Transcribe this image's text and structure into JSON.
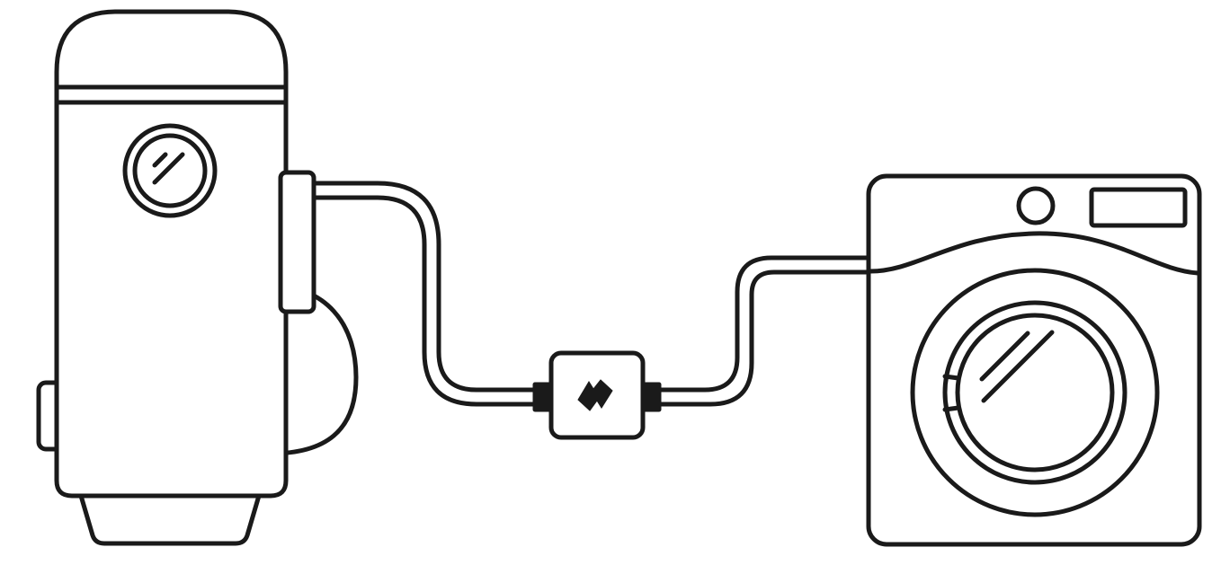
{
  "colors": {
    "line": "#1a1a1a",
    "background": "#ffffff"
  },
  "components": [
    {
      "id": "water-heater",
      "icon": "water-heater-icon"
    },
    {
      "id": "inline-connector",
      "icon": "lightning-bolt-icon"
    },
    {
      "id": "washing-machine",
      "icon": "washing-machine-icon"
    }
  ]
}
